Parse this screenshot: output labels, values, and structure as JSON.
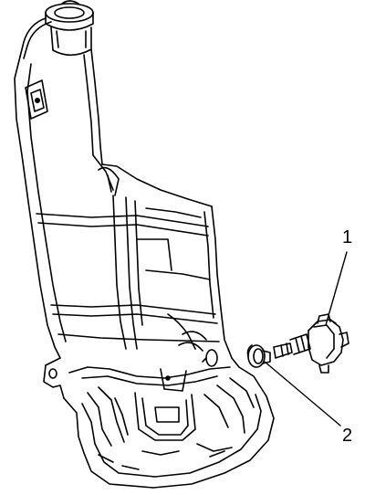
{
  "callouts": [
    {
      "label": "1",
      "part": "washer pump"
    },
    {
      "label": "2",
      "part": "grommet"
    }
  ],
  "colors": {
    "line": "#000000",
    "background": "#ffffff"
  },
  "icons": {
    "reservoir": "washer-reservoir-drawing",
    "pump": "washer-pump-drawing",
    "grommet": "grommet-drawing"
  }
}
